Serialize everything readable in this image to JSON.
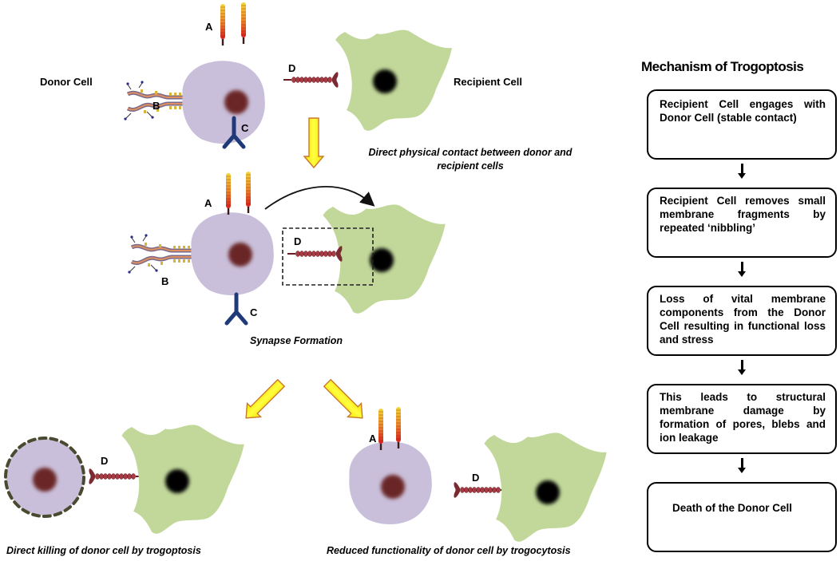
{
  "diagram": {
    "labels": {
      "donor_cell": "Donor Cell",
      "recipient_cell": "Recipient Cell",
      "receptor_a": "A",
      "receptor_b": "B",
      "receptor_c": "C",
      "receptor_d": "D"
    },
    "captions": {
      "contact_line1": "Direct physical contact between donor and",
      "contact_line2": "recipient cells",
      "synapse": "Synapse Formation",
      "trogoptosis": "Direct killing of donor cell by  trogoptosis",
      "trogocytosis": "Reduced functionality of donor cell by  trogocytosis"
    },
    "colors": {
      "donor_cell": "#c9bfda",
      "donor_nucleus": "#6b2526",
      "recipient_cell": "#c2d89a",
      "recipient_nucleus": "#000000",
      "arrow_fill": "#ffff00",
      "arrow_border": "#c8782a",
      "receptor_c": "#1f3a78",
      "receptor_d": "#8b3a3e"
    }
  },
  "mechanism": {
    "title": "Mechanism of Trogoptosis",
    "steps": [
      "Recipient Cell engages with Donor Cell (stable contact)",
      "Recipient Cell removes small membrane fragments by repeated ‘nibbling’",
      "Loss of vital membrane components from the Donor Cell resulting in functional loss and stress",
      "This leads to structural membrane damage by formation of pores, blebs and ion leakage",
      "Death of the Donor Cell"
    ]
  }
}
